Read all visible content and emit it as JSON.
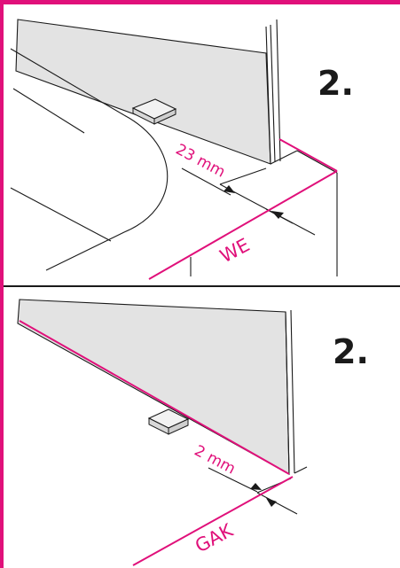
{
  "colors": {
    "accent": "#e0107a",
    "line": "#1a1a1a",
    "panel": "#e3e3e3"
  },
  "top": {
    "step": "2.",
    "dimension": "23 mm",
    "reference": "WE"
  },
  "bottom": {
    "step": "2.",
    "dimension": "2 mm",
    "reference": "GAK"
  }
}
